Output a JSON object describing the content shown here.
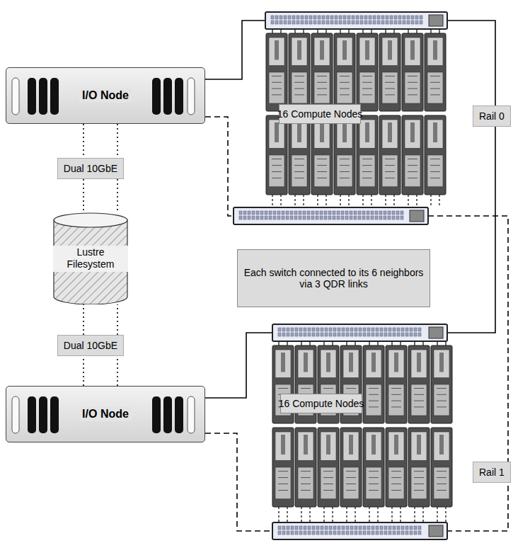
{
  "diagram": {
    "nodes": [
      {
        "text": [
          "I/O Node"
        ]
      },
      {
        "text": [
          "16 Compute Nodes"
        ]
      },
      {
        "text": [
          "Lustre Filesystem"
        ]
      },
      {
        "text": [
          "Each switch connected to its 6 neighbors via 3 QDR links"
        ]
      },
      {
        "text": [
          "I/O Node"
        ]
      },
      {
        "text": [
          "16 Compute Nodes"
        ]
      }
    ],
    "edges": [
      {
        "from": 0,
        "to": 2,
        "arrow": "none",
        "label": "Dual 10GbE"
      },
      {
        "from": 0,
        "to": 2,
        "arrow": "none"
      },
      {
        "from": 4,
        "to": 2,
        "arrow": "none",
        "label": "Dual 10GbE"
      },
      {
        "from": 4,
        "to": 2,
        "arrow": "none"
      }
    ],
    "labels": [
      "Rail 0",
      "Rail 1"
    ]
  }
}
